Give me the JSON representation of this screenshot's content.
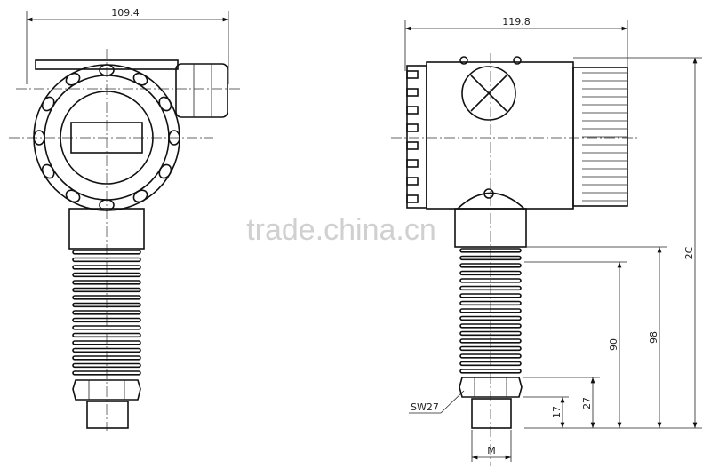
{
  "watermark": "trade.china.cn",
  "front_view": {
    "width_label": "109.4"
  },
  "side_view": {
    "width_label": "119.8",
    "total_height_label": "2C",
    "height_98_label": "98",
    "height_90_label": "90",
    "height_27_label": "27",
    "height_17_label": "17",
    "wrench_size_label": "SW27",
    "thread_label": "M"
  },
  "colors": {
    "line": "#111111",
    "watermark": "#c8c8c8"
  }
}
